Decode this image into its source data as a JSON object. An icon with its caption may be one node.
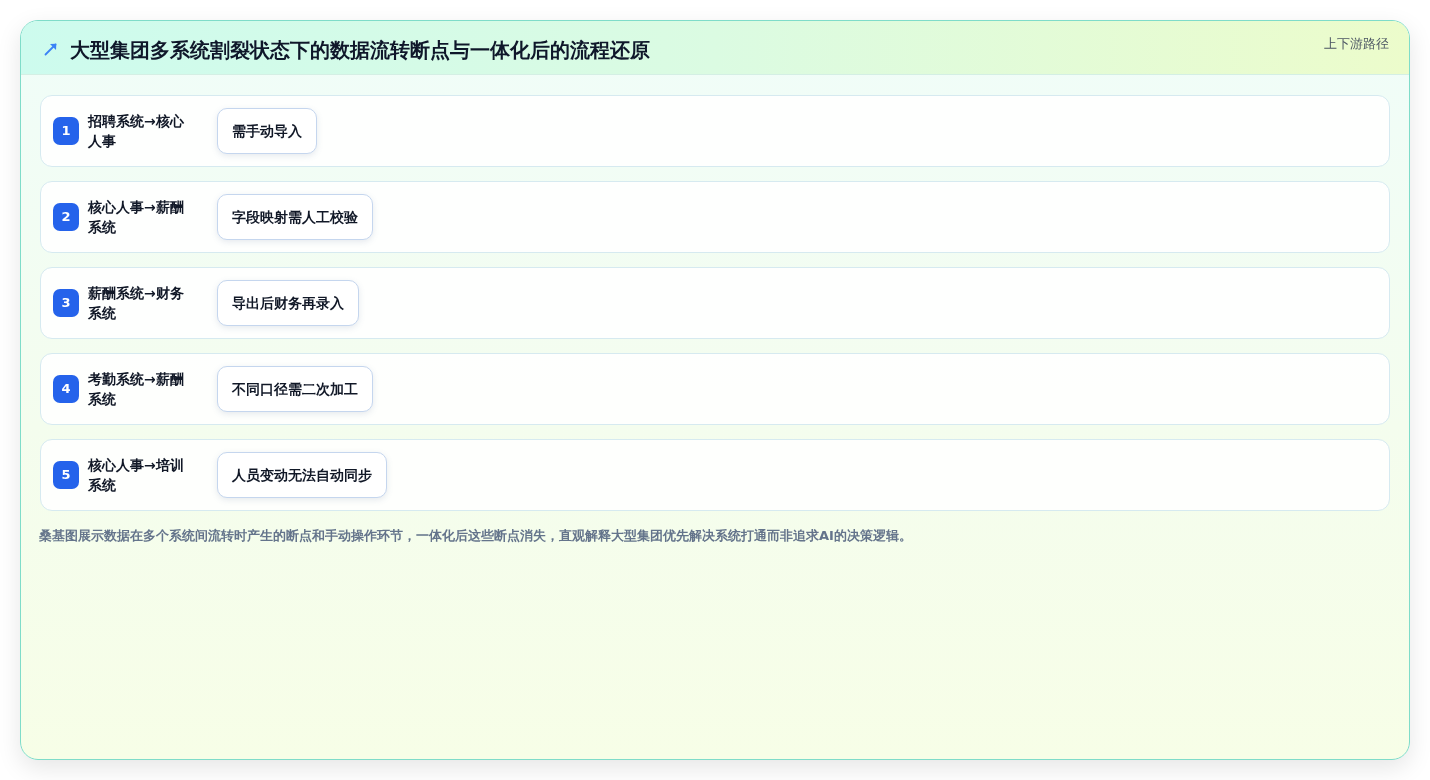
{
  "diagram": {
    "title": "大型集团多系统割裂状态下的数据流转断点与一体化后的流程还原",
    "caption": "桑基图展示数据在多个系统间流转时产生的断点和手动操作环节，一体化后这些断点消失，直观解释大型集团优先解决系统打通而非追求AI的决策逻辑。",
    "nodes": [
      {
        "text": [
          "招聘系统→核心人事"
        ]
      },
      {
        "text": [
          "1"
        ],
        "in": 0
      },
      {
        "text": [
          "需手动导入"
        ],
        "in": 0
      },
      {
        "text": [
          "核心人事→薪酬系统"
        ]
      },
      {
        "text": [
          "2"
        ],
        "in": 3
      },
      {
        "text": [
          "字段映射需人工校验"
        ],
        "in": 3
      },
      {
        "text": [
          "薪酬系统→财务系统"
        ]
      },
      {
        "text": [
          "3"
        ],
        "in": 6
      },
      {
        "text": [
          "导出后财务再录入"
        ],
        "in": 6
      },
      {
        "text": [
          "考勤系统→薪酬系统"
        ]
      },
      {
        "text": [
          "4"
        ],
        "in": 9
      },
      {
        "text": [
          "不同口径需二次加工"
        ],
        "in": 9
      },
      {
        "text": [
          "核心人事→培训系统"
        ]
      },
      {
        "text": [
          "5"
        ],
        "in": 12
      },
      {
        "text": [
          "人员变动无法自动同步"
        ],
        "in": 12
      }
    ],
    "labels": [
      "上下游路径"
    ]
  }
}
